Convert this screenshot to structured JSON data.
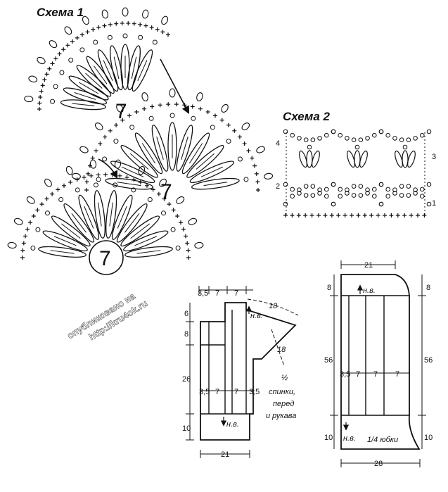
{
  "scheme1": {
    "title": "Схема 1",
    "motif_number": "7"
  },
  "scheme2": {
    "title": "Схема 2",
    "row_numbers": [
      "1",
      "2",
      "3",
      "4"
    ]
  },
  "pattern_bodice": {
    "widths_top": [
      "3,5",
      "7",
      "7"
    ],
    "widths_mid": [
      "3,5",
      "7",
      "7",
      "3,5"
    ],
    "sleeve": [
      "18",
      "18"
    ],
    "heights": [
      "6",
      "8",
      "26",
      "10"
    ],
    "bottom_width": "21",
    "nv_labels": [
      "н.в.",
      "н.в."
    ],
    "caption": [
      "½",
      "спинки,",
      "перед",
      "и рукава"
    ]
  },
  "pattern_skirt": {
    "top_width": "21",
    "bottom_width": "28",
    "heights_left": [
      "8",
      "56",
      "10"
    ],
    "heights_right": [
      "8",
      "56",
      "10"
    ],
    "widths_mid": [
      "3,5",
      "7",
      "7",
      "7"
    ],
    "nv_labels": [
      "н.в.",
      "н.в."
    ],
    "caption": "1/4 юбки"
  },
  "watermark": [
    "опубликовано на",
    "http://kru4ok.ru"
  ]
}
